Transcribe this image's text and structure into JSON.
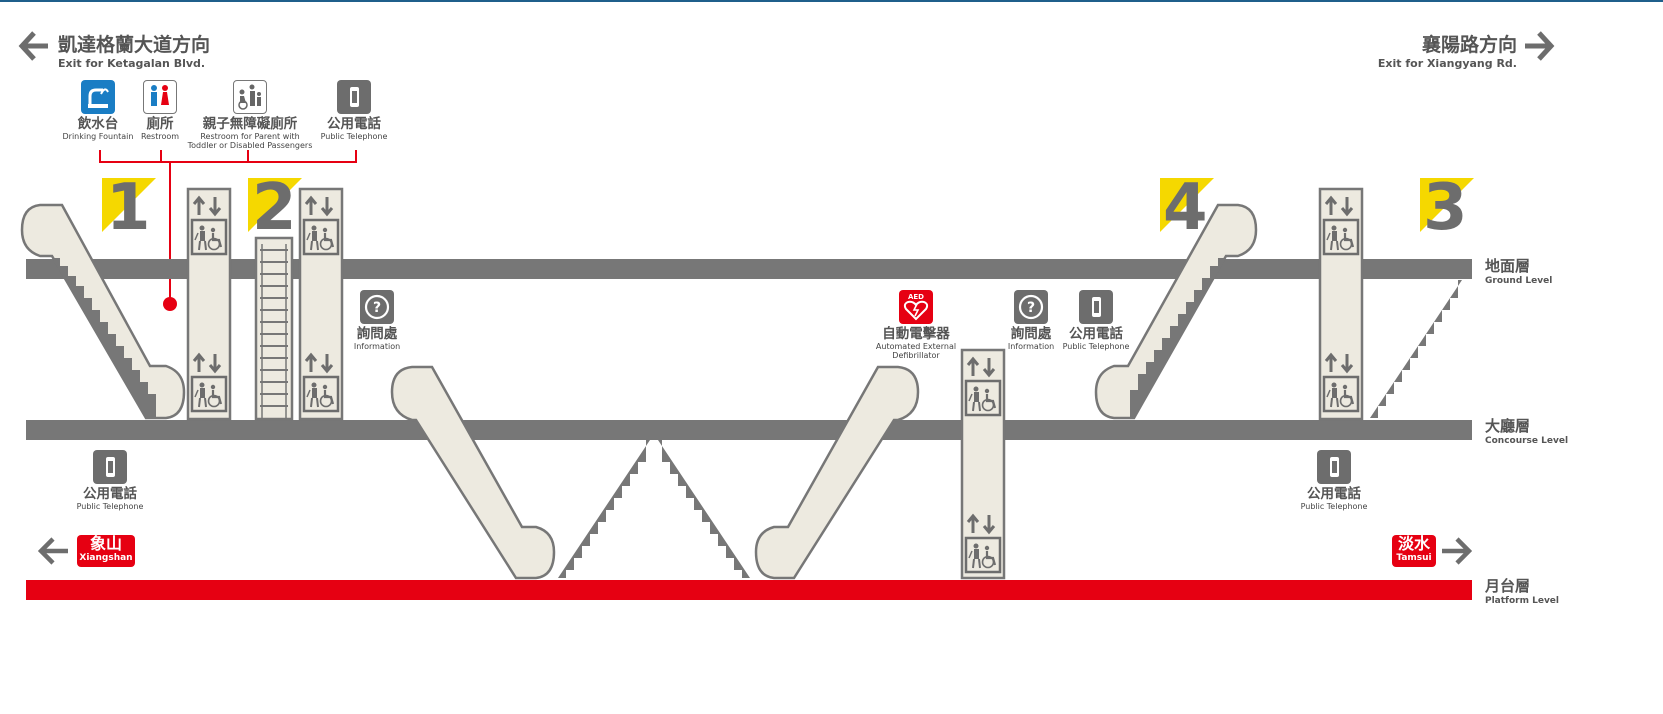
{
  "directions": {
    "left": {
      "zh": "凱達格蘭大道方向",
      "en": "Exit for Ketagalan Blvd."
    },
    "right": {
      "zh": "襄陽路方向",
      "en": "Exit for Xiangyang Rd."
    }
  },
  "top_facilities": [
    {
      "zh": "飲水台",
      "en": "Drinking Fountain",
      "icon": "drinking-fountain-icon"
    },
    {
      "zh": "廁所",
      "en": "Restroom",
      "icon": "restroom-icon"
    },
    {
      "zh": "親子無障礙廁所",
      "en": "Restroom for Parent with",
      "en2": "Toddler or Disabled Passengers",
      "icon": "family-restroom-icon"
    },
    {
      "zh": "公用電話",
      "en": "Public Telephone",
      "icon": "telephone-icon"
    }
  ],
  "levels": [
    {
      "zh": "地面層",
      "en": "Ground Level"
    },
    {
      "zh": "大廳層",
      "en": "Concourse Level"
    },
    {
      "zh": "月台層",
      "en": "Platform Level"
    }
  ],
  "exits": [
    "1",
    "2",
    "4",
    "3"
  ],
  "concourse_facilities": {
    "info_left": {
      "zh": "詢問處",
      "en": "Information"
    },
    "aed": {
      "zh": "自動電擊器",
      "en": "Automated External",
      "en2": "Defibrillator",
      "label": "AED"
    },
    "info_right": {
      "zh": "詢問處",
      "en": "Information"
    },
    "phone_right_top": {
      "zh": "公用電話",
      "en": "Public Telephone"
    }
  },
  "platform_facilities": {
    "phone_left": {
      "zh": "公用電話",
      "en": "Public Telephone"
    },
    "phone_right": {
      "zh": "公用電話",
      "en": "Public Telephone"
    }
  },
  "destinations": {
    "left": {
      "zh": "象山",
      "en": "Xiangshan"
    },
    "right": {
      "zh": "淡水",
      "en": "Tamsui"
    }
  },
  "colors": {
    "line_red": "#e60012",
    "floor_gray": "#777777",
    "exit_yellow": "#f5d800",
    "escalator_fill": "#edeae0",
    "fountain_blue": "#1a7dc4"
  }
}
